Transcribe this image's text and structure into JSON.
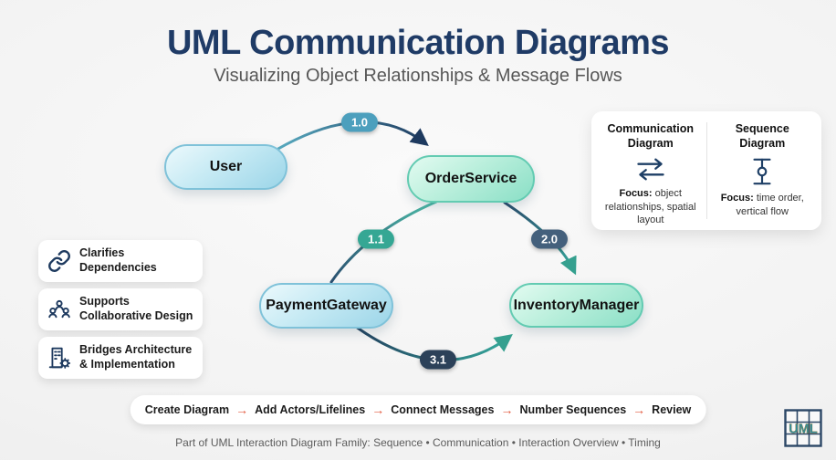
{
  "header": {
    "title": "UML Communication Diagrams",
    "subtitle": "Visualizing Object Relationships & Message Flows"
  },
  "diagram": {
    "nodes": [
      {
        "id": "user",
        "label": "User",
        "style": "blue"
      },
      {
        "id": "order-service",
        "label": "OrderService",
        "style": "green"
      },
      {
        "id": "payment-gateway",
        "label": "PaymentGateway",
        "style": "blue"
      },
      {
        "id": "inventory-manager",
        "label": "InventoryManager",
        "style": "green"
      }
    ],
    "messages": [
      {
        "seq": "1.0",
        "from": "User",
        "to": "OrderService",
        "badge_color": "#4c9fbd"
      },
      {
        "seq": "1.1",
        "from": "OrderService",
        "to": "PaymentGateway",
        "badge_color": "#35a794"
      },
      {
        "seq": "2.0",
        "from": "OrderService",
        "to": "InventoryManager",
        "badge_color": "#44607c"
      },
      {
        "seq": "3.1",
        "from": "PaymentGateway",
        "to": "InventoryManager",
        "badge_color": "#2c4159"
      }
    ]
  },
  "comparison": {
    "columns": [
      {
        "title": "Communication Diagram",
        "icon": "exchange-arrows-icon",
        "focus_label": "Focus:",
        "focus_text": " object relationships, spatial layout"
      },
      {
        "title": "Sequence Diagram",
        "icon": "lifeline-icon",
        "focus_label": "Focus:",
        "focus_text": " time order, vertical flow"
      }
    ]
  },
  "benefits": [
    {
      "icon": "chain-link-icon",
      "label": "Clarifies Dependencies"
    },
    {
      "icon": "people-group-icon",
      "label": "Supports Collaborative Design"
    },
    {
      "icon": "building-gear-icon",
      "label": "Bridges Architecture & Implementation"
    }
  ],
  "process": {
    "steps": [
      "Create Diagram",
      "Add Actors/Lifelines",
      "Connect Messages",
      "Number Sequences",
      "Review"
    ],
    "arrow": "→"
  },
  "footer": {
    "text": "Part of UML Interaction Diagram Family: Sequence • Communication • Interaction Overview • Timing"
  },
  "logo": {
    "text": "UML"
  },
  "colors": {
    "title_navy": "#1f3b66",
    "arrow_navy": "#1e3a5f",
    "arrow_teal": "#35a08f",
    "process_arrow_coral": "#e25a3f",
    "node_blue_border": "#7fc2d9",
    "node_green_border": "#63cbb2"
  }
}
